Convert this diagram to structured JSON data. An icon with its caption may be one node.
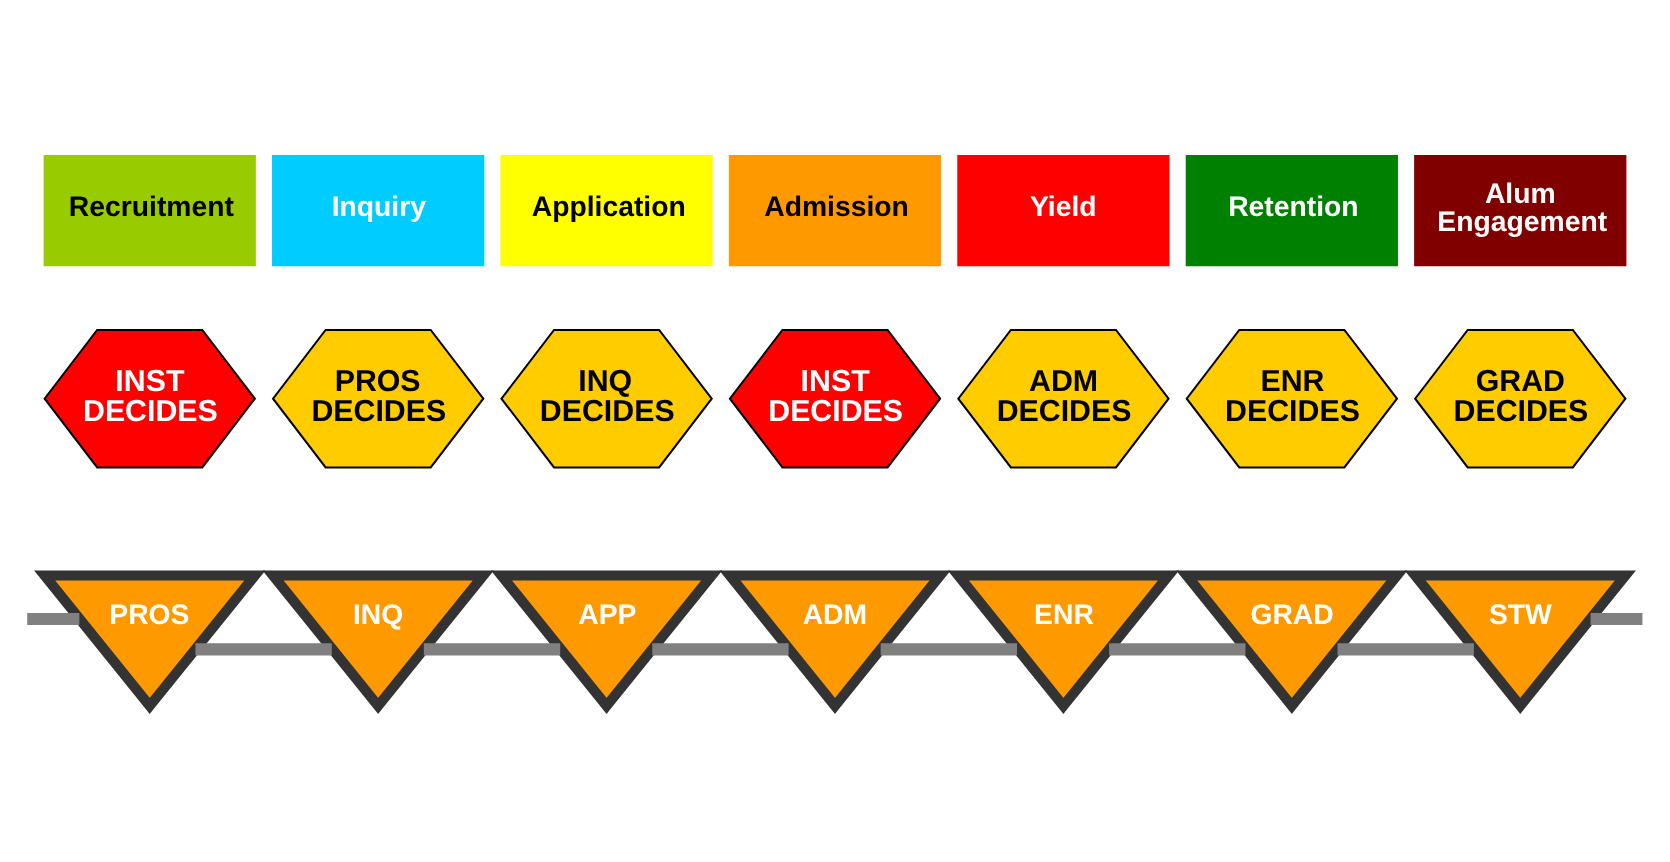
{
  "diagram": {
    "nodes": [
      {
        "text": [
          "Recruitment"
        ]
      },
      {
        "text": [
          "Inquiry"
        ]
      },
      {
        "text": [
          "Application"
        ]
      },
      {
        "text": [
          "Admission"
        ]
      },
      {
        "text": [
          "Yield"
        ]
      },
      {
        "text": [
          "Retention"
        ]
      },
      {
        "text": [
          "Alum Engagement"
        ]
      },
      {
        "text": [
          "INST DECIDES"
        ]
      },
      {
        "text": [
          "PROS DECIDES"
        ]
      },
      {
        "text": [
          "INQ DECIDES"
        ]
      },
      {
        "text": [
          "INST DECIDES"
        ]
      },
      {
        "text": [
          "ADM DECIDES"
        ]
      },
      {
        "text": [
          "ENR DECIDES"
        ]
      },
      {
        "text": [
          "GRAD DECIDES"
        ]
      },
      {
        "text": [
          "PROS"
        ]
      },
      {
        "text": [
          "INQ"
        ]
      },
      {
        "text": [
          "APP"
        ]
      },
      {
        "text": [
          "ADM"
        ]
      },
      {
        "text": [
          "ENR"
        ]
      },
      {
        "text": [
          "GRAD"
        ]
      },
      {
        "text": [
          "STW"
        ]
      }
    ],
    "edges": [
      {
        "from": null,
        "to": 14,
        "arrow": "none"
      },
      {
        "from": 14,
        "to": 15,
        "arrow": "none"
      },
      {
        "from": 15,
        "to": 16,
        "arrow": "none"
      },
      {
        "from": 16,
        "to": 17,
        "arrow": "none"
      },
      {
        "from": 17,
        "to": 18,
        "arrow": "none"
      },
      {
        "from": 18,
        "to": 19,
        "arrow": "none"
      },
      {
        "from": 19,
        "to": 20,
        "arrow": "none"
      },
      {
        "from": 20,
        "to": null,
        "arrow": "none"
      }
    ]
  }
}
